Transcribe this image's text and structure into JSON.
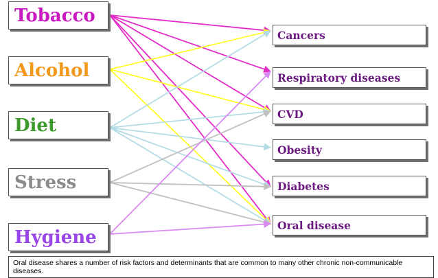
{
  "risk_factors": [
    {
      "label": "Tobacco",
      "color": "#c81bbf"
    },
    {
      "label": "Alcohol",
      "color": "#f39a1e"
    },
    {
      "label": "Diet",
      "color": "#3d9a2c"
    },
    {
      "label": "Stress",
      "color": "#8a8a8a"
    },
    {
      "label": "Hygiene",
      "color": "#9a45e6"
    }
  ],
  "outcomes": [
    {
      "label": "Cancers"
    },
    {
      "label": "Respiratory diseases"
    },
    {
      "label": "CVD"
    },
    {
      "label": "Obesity"
    },
    {
      "label": "Diabetes"
    },
    {
      "label": "Oral disease"
    }
  ],
  "link_colors": {
    "Tobacco": "#e32cc8",
    "Alcohol": "#ffff2a",
    "Diet": "#b3dce6",
    "Stress": "#c0c0c0",
    "Hygiene": "#d98af0"
  },
  "links": [
    {
      "from": "Tobacco",
      "to": "Cancers"
    },
    {
      "from": "Tobacco",
      "to": "Respiratory diseases"
    },
    {
      "from": "Tobacco",
      "to": "CVD"
    },
    {
      "from": "Tobacco",
      "to": "Diabetes"
    },
    {
      "from": "Tobacco",
      "to": "Oral disease"
    },
    {
      "from": "Alcohol",
      "to": "Cancers"
    },
    {
      "from": "Alcohol",
      "to": "CVD"
    },
    {
      "from": "Alcohol",
      "to": "Oral disease"
    },
    {
      "from": "Diet",
      "to": "Cancers"
    },
    {
      "from": "Diet",
      "to": "CVD"
    },
    {
      "from": "Diet",
      "to": "Obesity"
    },
    {
      "from": "Diet",
      "to": "Diabetes"
    },
    {
      "from": "Diet",
      "to": "Oral disease"
    },
    {
      "from": "Stress",
      "to": "CVD"
    },
    {
      "from": "Stress",
      "to": "Diabetes"
    },
    {
      "from": "Stress",
      "to": "Oral disease"
    },
    {
      "from": "Hygiene",
      "to": "Respiratory diseases"
    },
    {
      "from": "Hygiene",
      "to": "Oral disease"
    }
  ],
  "caption": "Oral disease shares a number of risk factors and determinants that are common to many other chronic non-communicable diseases."
}
